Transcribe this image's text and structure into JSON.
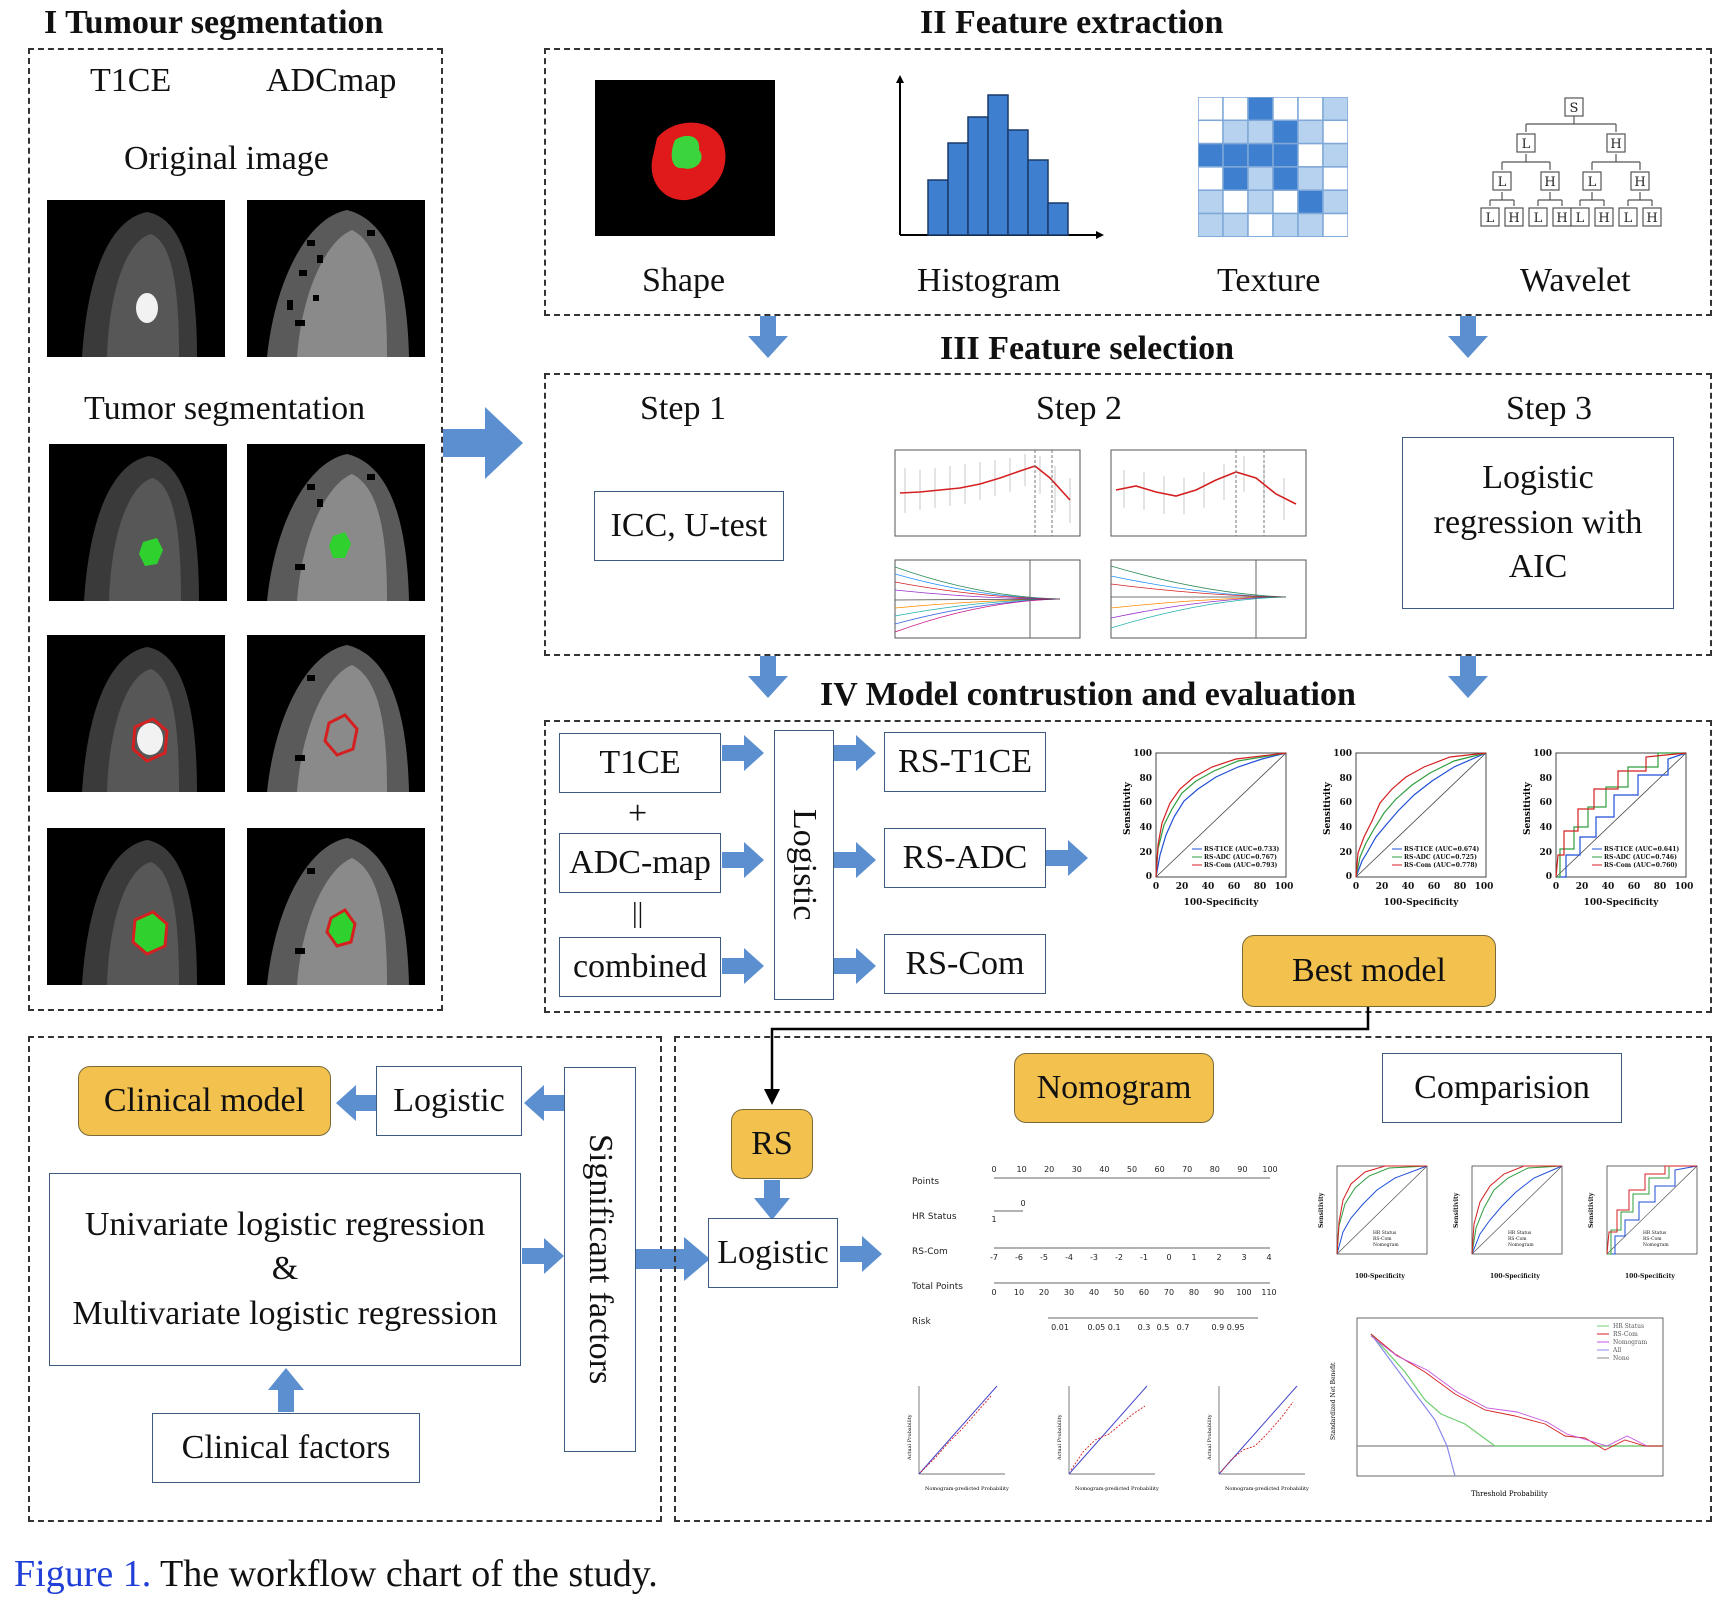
{
  "sections": {
    "seg": "I Tumour segmentation",
    "feat": "II Feature extraction",
    "sel": "III Feature selection",
    "model": "IV Model contrustion and evaluation"
  },
  "seg": {
    "col1": "T1CE",
    "col2": "ADCmap",
    "original": "Original image",
    "tumor": "Tumor segmentation"
  },
  "features": {
    "shape": "Shape",
    "histogram": "Histogram",
    "texture": "Texture",
    "wavelet": "Wavelet",
    "wavelet_nodes": {
      "root": "S",
      "l": "L",
      "h": "H"
    }
  },
  "selection": {
    "step1": "Step 1",
    "step2": "Step 2",
    "step3": "Step 3",
    "icc": "ICC, U-test",
    "logistic_aic": "Logistic regression with AIC"
  },
  "model": {
    "in1": "T1CE",
    "plus": "+",
    "in2": "ADC-map",
    "equals": "||",
    "in3": "combined",
    "logistic": "Logistic",
    "out1": "RS-T1CE",
    "out2": "RS-ADC",
    "out3": "RS-Com",
    "best": "Best model",
    "roc_ticks": [
      "0",
      "20",
      "40",
      "60",
      "80",
      "100"
    ],
    "roc_ylabel": "Sensitivity",
    "roc_xlabel": "100-Specificity",
    "roc1_legend": [
      "RS-T1CE (AUC=0.733)",
      "RS-ADC (AUC=0.767)",
      "RS-Com (AUC=0.793)"
    ],
    "roc2_legend": [
      "RS-T1CE (AUC=0.674)",
      "RS-ADC (AUC=0.725)",
      "RS-Com (AUC=0.778)"
    ],
    "roc3_legend": [
      "RS-T1CE (AUC=0.641)",
      "RS-ADC (AUC=0.746)",
      "RS-Com (AUC=0.760)"
    ]
  },
  "clinical": {
    "clinical_model": "Clinical model",
    "logistic": "Logistic",
    "significant": "Significant factors",
    "uni": "Univariate logistic regression",
    "amp": "&",
    "multi": "Multivariate logistic regression",
    "factors": "Clinical factors"
  },
  "nomo": {
    "rs": "RS",
    "logistic": "Logistic",
    "nomogram": "Nomogram",
    "comparison": "Comparision",
    "rows": [
      "Points",
      "HR Status",
      "RS-Com",
      "Total Points",
      "Risk"
    ],
    "points_ticks": [
      "0",
      "10",
      "20",
      "30",
      "40",
      "50",
      "60",
      "70",
      "80",
      "90",
      "100"
    ],
    "rscom_ticks": [
      "-7",
      "-6",
      "-5",
      "-4",
      "-3",
      "-2",
      "-1",
      "0",
      "1",
      "2",
      "3",
      "4"
    ],
    "total_ticks": [
      "0",
      "10",
      "20",
      "30",
      "40",
      "50",
      "60",
      "70",
      "80",
      "90",
      "100",
      "110"
    ],
    "risk_ticks": [
      "0.01",
      "0.05 0.1",
      "0.3",
      "0.5",
      "0.7",
      "0.9 0.95"
    ],
    "hr_ticks": [
      "0",
      "1"
    ],
    "calib_xlabel": "Nomogram-predicted Probability",
    "calib_ylabel": "Actual Probability",
    "dca_legend": [
      "HR Status",
      "RS-Com",
      "Nomogram",
      "All",
      "None"
    ],
    "dca_xlabel": "Threshold Probability",
    "dca_ylabel": "Standardized Net Benefit",
    "cmp_legend": [
      "HR Status",
      "RS-Com",
      "Nomogram"
    ]
  },
  "caption": {
    "fig": "Figure 1.",
    "text": " The workflow chart of the study."
  },
  "colors": {
    "arrow": "#5b8fd0",
    "yellow": "#f2c14e",
    "tumor_green": "#2ed12e",
    "contour_red": "#d42020",
    "texture_dark": "#3f7fcf",
    "texture_light": "#b7d2ee"
  }
}
